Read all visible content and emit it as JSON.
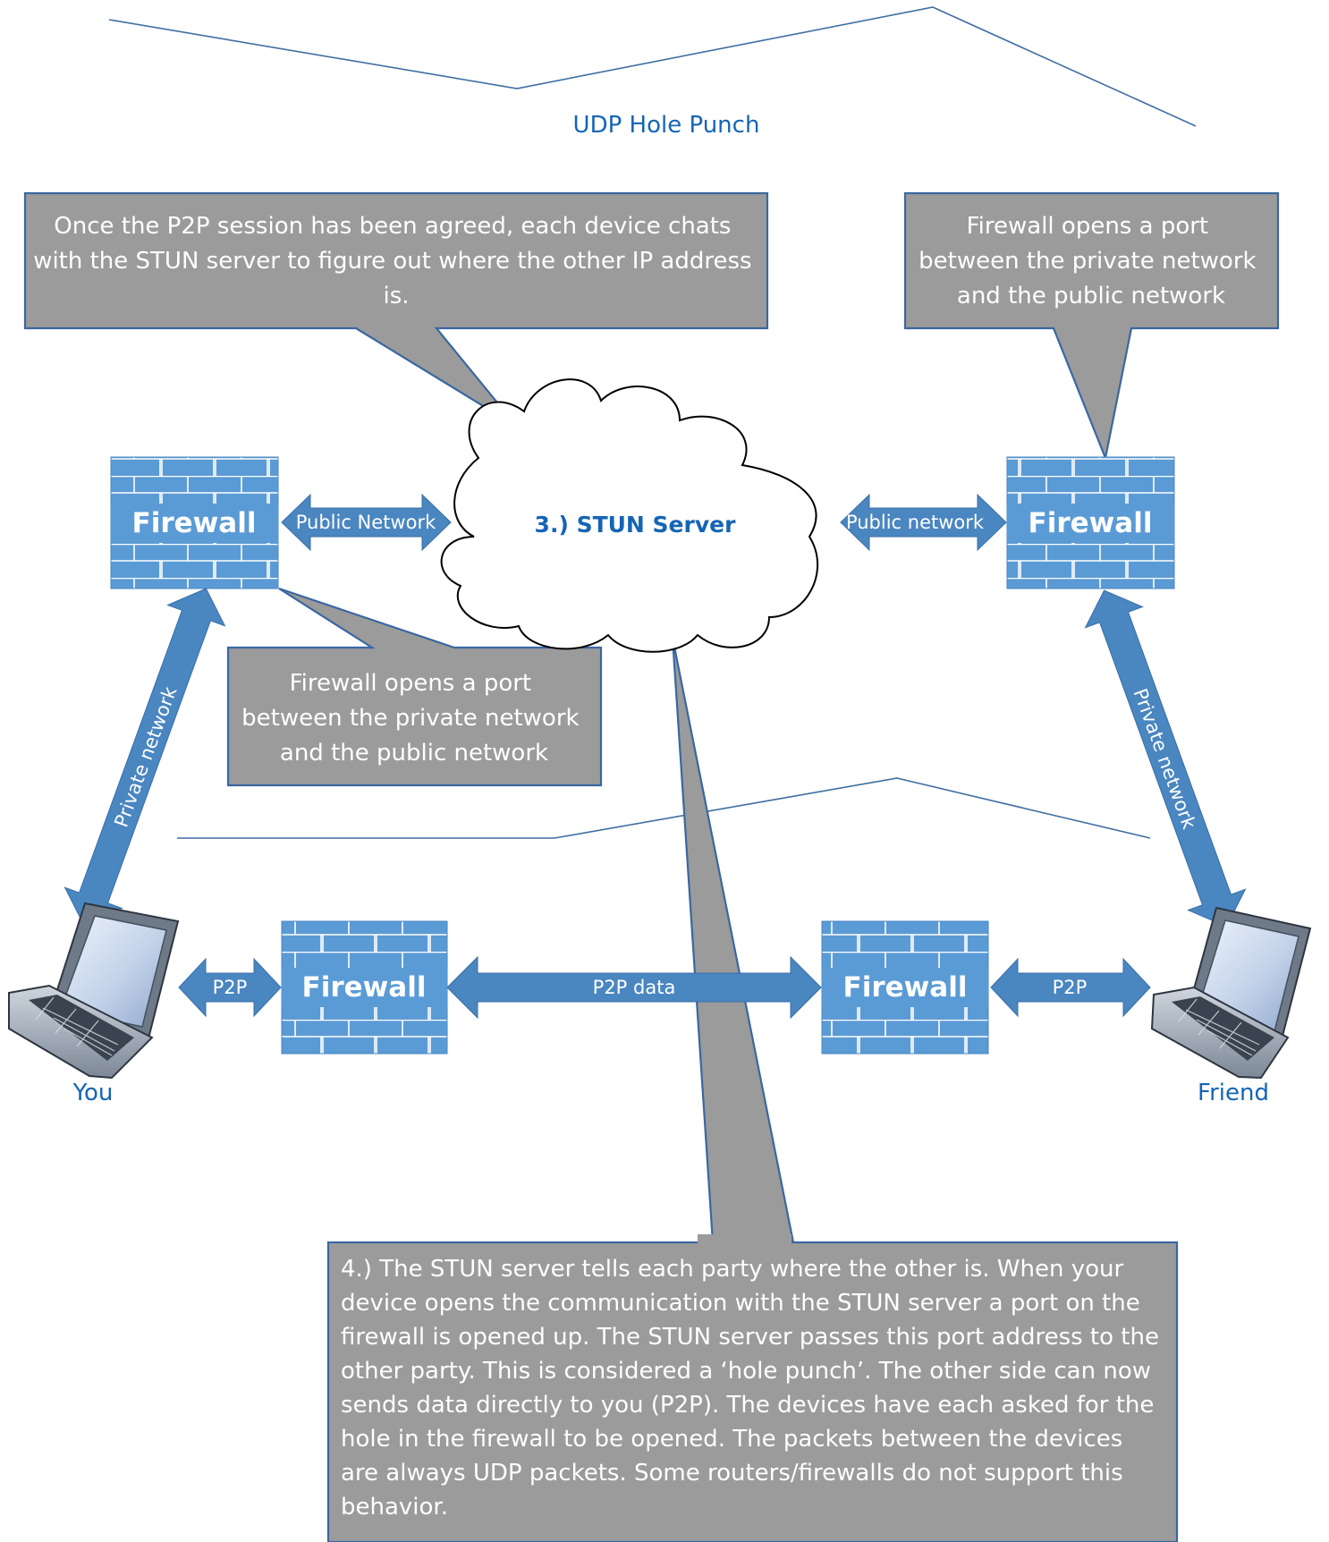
{
  "title": "UDP Hole Punch",
  "stun": {
    "label": "3.) STUN Server"
  },
  "firewall_label": "Firewall",
  "links": {
    "public_left": "Public Network",
    "public_right": "Public network",
    "private_left": "Private network",
    "private_right": "Private network",
    "p2p_left": "P2P",
    "p2p_right": "P2P",
    "p2p_data": "P2P data"
  },
  "devices": {
    "you": "You",
    "friend": "Friend"
  },
  "callouts": {
    "top_left": [
      "Once the P2P session has been agreed, each device chats",
      "with the STUN server to figure out where the other IP address",
      "is."
    ],
    "top_right": [
      "Firewall opens a port",
      "between the private network",
      "and the public network"
    ],
    "middle_left": [
      "Firewall opens a port",
      "between the private network",
      "and the public network"
    ],
    "bottom": [
      "4.) The STUN server tells each party where the other is.  When your",
      "device opens the communication with the STUN server a port on the",
      "firewall is opened up.  The STUN server passes this port address to the",
      "other party.  This is considered a ‘hole punch’.  The other side can now",
      "sends data directly to you (P2P).  The devices have each asked for the",
      "hole in the firewall to be opened.  The packets between the devices",
      "are always UDP packets.  Some routers/firewalls do not support this",
      "behavior."
    ]
  },
  "colors": {
    "accent_blue": "#1565b5",
    "firewall_fill": "#5b9bd5",
    "arrow_fill": "#4a86c0",
    "callout_fill": "#9b9b9b",
    "callout_border": "#3a67a0"
  }
}
